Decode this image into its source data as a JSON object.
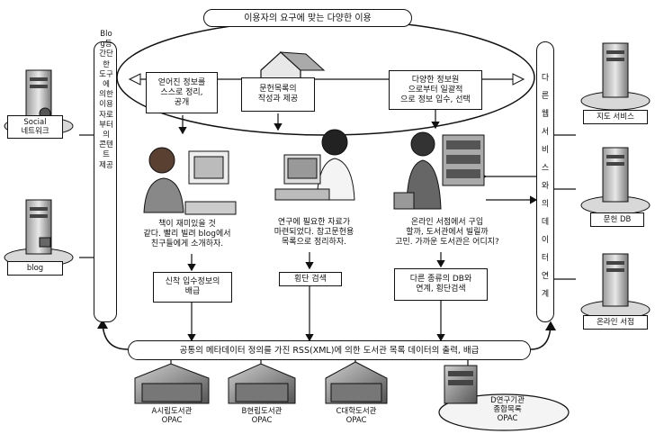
{
  "top_banner": "이용자의 요구에 맞는 다양한 이용",
  "left_vertical_box": "Blog등 간단한 도구에 의한 이용자로부터의 콘텐트 제공",
  "right_vertical_box": "다른 웹 서비스와의 데이터 연계",
  "top_boxes": [
    "얻어진 정보를\n스스로 정리,\n공개",
    "문헌목록의\n작성과 제공",
    "다양한 정보원\n으로부터 일괄적\n으로 정보 입수, 선택"
  ],
  "speech_texts": [
    "책이 재미있을 것\n같다. 빨리 빌려 blog에서\n친구들에게 소개하자.",
    "연구에 필요한 자료가\n마련되었다. 참고문헌용\n목록으로 정리하자.",
    "온라인 서점에서 구입\n할까, 도서관에서 빌릴까\n고민. 가까운 도서관은 어디지?"
  ],
  "mid_boxes": [
    "신착 입수정보의\n배급",
    "횡단 검색",
    "다른 종류의 DB와\n연계, 횡단검색"
  ],
  "bottom_banner": "공통의 메타데이터 정의를 가진 RSS(XML)에 의한 도서관 목록 데이터의 출력, 배급",
  "left_servers": [
    "Social\n네트워크",
    "blog"
  ],
  "right_servers": [
    "지도 서비스",
    "문헌 DB",
    "온라인 서점"
  ],
  "libraries": [
    "A시립도서관\nOPAC",
    "B현립도서관\nOPAC",
    "C대학도서관\nOPAC",
    "D연구기관\n종합목록\nOPAC"
  ]
}
